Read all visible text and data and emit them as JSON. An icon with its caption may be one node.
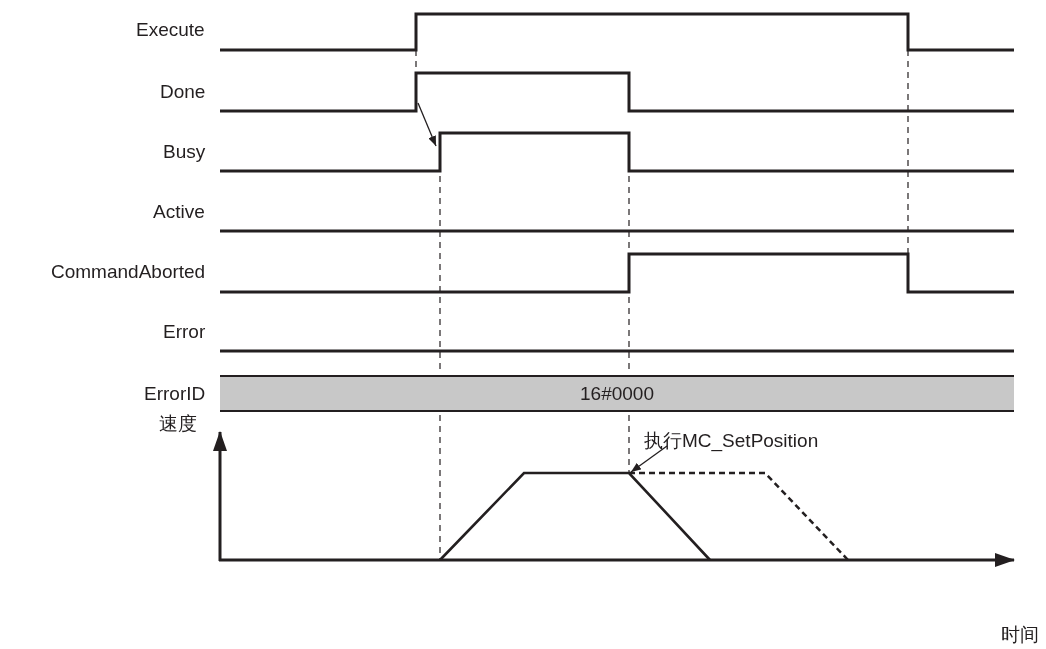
{
  "diagram": {
    "nodes": [
      {
        "text": [],
        "shape": "waveform"
      },
      {
        "text": [],
        "shape": "waveform"
      },
      {
        "text": [
          "16#0000"
        ]
      },
      {
        "text": [
          "执行MC_SetPosition"
        ]
      },
      {
        "text": [],
        "shape": "curve"
      }
    ],
    "edges": [
      {
        "from": 0,
        "to": 1,
        "arrow": "to"
      },
      {
        "from": 3,
        "to": 4,
        "arrow": "to"
      }
    ],
    "labels": [
      "Execute",
      "Done",
      "Busy",
      "Active",
      "CommandAborted",
      "Error",
      "ErrorID",
      "速度",
      "时间"
    ]
  }
}
